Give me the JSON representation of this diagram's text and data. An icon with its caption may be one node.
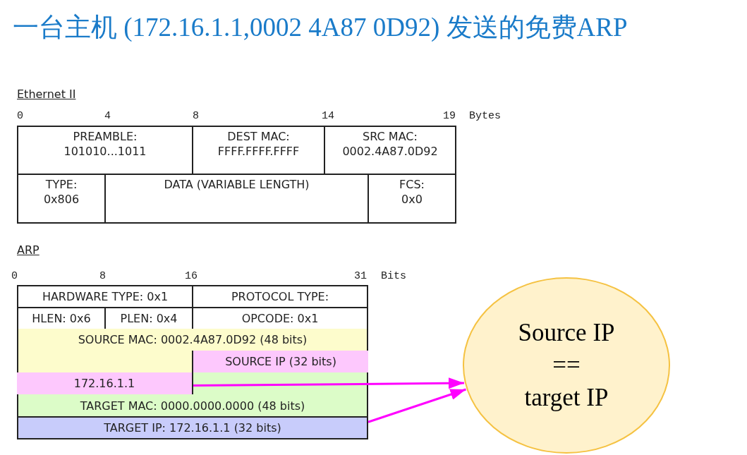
{
  "diagram": {
    "title": "一台主机 (172.16.1.1,0002 4A87 0D92) 发送的免费ARP",
    "nodes": [
      {
        "text": [
          "PREAMBLE:",
          "101010...1011"
        ]
      },
      {
        "text": [
          "DEST MAC:",
          "FFFF.FFFF.FFFF"
        ]
      },
      {
        "text": [
          "SRC MAC:",
          "0002.4A87.0D92"
        ]
      },
      {
        "text": [
          "TYPE:",
          "0x806"
        ]
      },
      {
        "text": [
          "DATA (VARIABLE LENGTH)"
        ]
      },
      {
        "text": [
          "FCS:",
          "0x0"
        ]
      },
      {
        "text": [
          "HARDWARE TYPE: 0x1"
        ]
      },
      {
        "text": [
          "PROTOCOL TYPE:"
        ]
      },
      {
        "text": [
          "HLEN: 0x6"
        ]
      },
      {
        "text": [
          "PLEN: 0x4"
        ]
      },
      {
        "text": [
          "OPCODE: 0x1"
        ]
      },
      {
        "text": [
          "SOURCE MAC: 0002.4A87.0D92 (48 bits)"
        ]
      },
      {
        "text": [
          "SOURCE IP (32 bits)"
        ]
      },
      {
        "text": [
          "172.16.1.1"
        ]
      },
      {
        "text": [
          "TARGET MAC: 0000.0000.0000 (48 bits)"
        ]
      },
      {
        "text": [
          "TARGET IP: 172.16.1.1 (32 bits)"
        ]
      },
      {
        "text": [
          "Source IP == target IP"
        ]
      }
    ],
    "edges": [
      {
        "from": 13,
        "to": 16,
        "arrow": "to"
      },
      {
        "from": 15,
        "to": 16,
        "arrow": "to"
      }
    ],
    "labels": [
      "Ethernet II",
      "0",
      "4",
      "8",
      "14",
      "19",
      "Bytes",
      "ARP",
      "0",
      "8",
      "16",
      "31",
      "Bits"
    ]
  }
}
